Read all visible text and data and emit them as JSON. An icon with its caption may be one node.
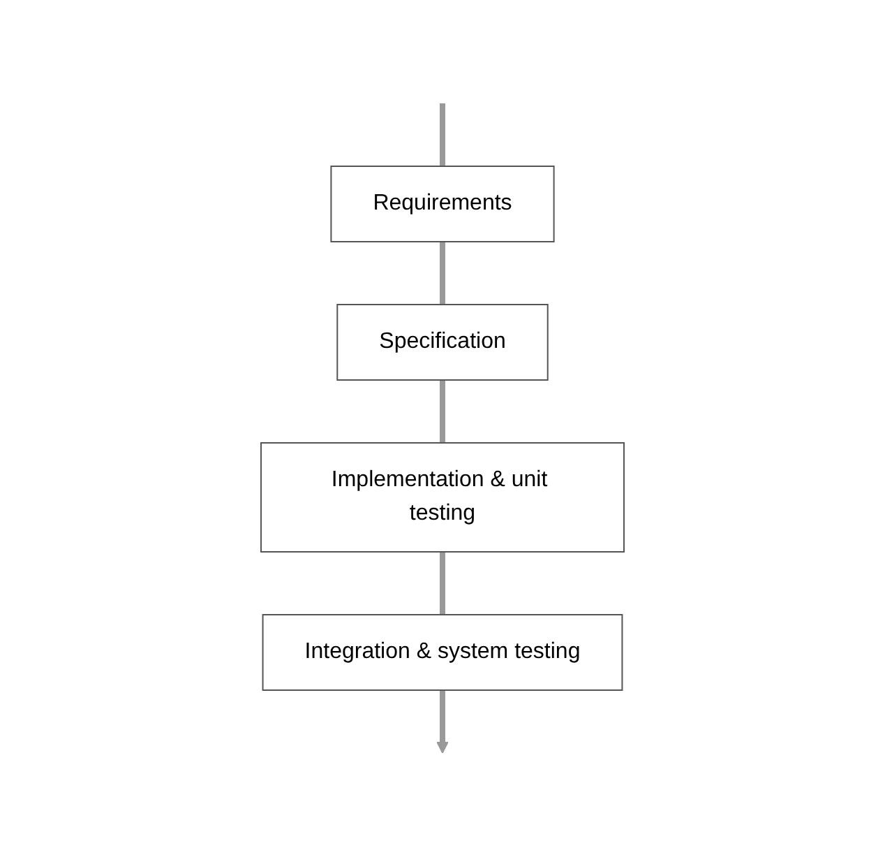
{
  "diagram": {
    "nodes": [
      {
        "text": [
          "Requirements"
        ]
      },
      {
        "text": [
          "Specification"
        ]
      },
      {
        "text": [
          "Implementation & unit testing"
        ]
      },
      {
        "text": [
          "Integration & system testing"
        ]
      }
    ],
    "edges": [
      {
        "from": null,
        "to": 0,
        "arrow": "none"
      },
      {
        "from": 0,
        "to": 1,
        "arrow": "none"
      },
      {
        "from": 1,
        "to": 2,
        "arrow": "none"
      },
      {
        "from": 2,
        "to": 3,
        "arrow": "none"
      },
      {
        "from": 3,
        "to": null,
        "arrow": "to"
      }
    ]
  }
}
